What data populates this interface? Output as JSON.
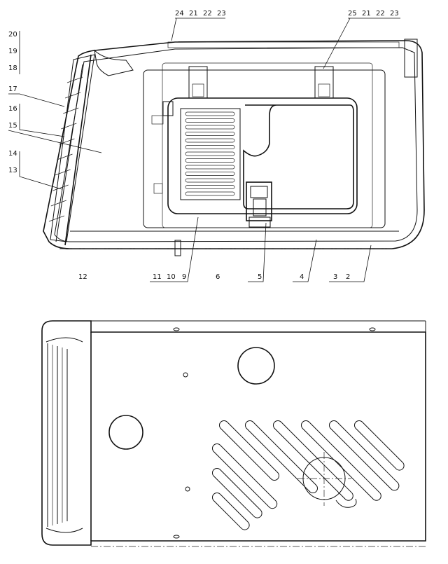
{
  "top_view": {
    "callouts_top": [
      "24",
      "21",
      "22",
      "23"
    ],
    "callouts_top_right": [
      "25",
      "21",
      "22",
      "23"
    ],
    "callouts_left": [
      "20",
      "19",
      "18",
      "17",
      "16",
      "15",
      "14",
      "13"
    ],
    "callouts_bottom": [
      "12",
      "11",
      "10",
      "9",
      "6",
      "5",
      "4",
      "3",
      "2"
    ]
  }
}
